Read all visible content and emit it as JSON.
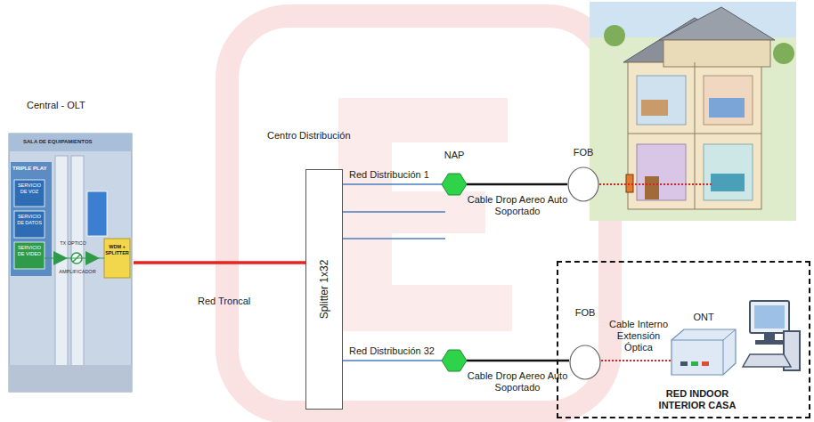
{
  "diagram": {
    "nodes": [
      {
        "text": [
          "Central - OLT"
        ]
      },
      {
        "text": [
          "Splitter 1x32"
        ]
      },
      {
        "text": [
          "NAP"
        ]
      },
      {
        "text": [
          "FOB"
        ]
      },
      {
        "text": []
      },
      {
        "text": [
          "RED INDOOR INTERIOR CASA"
        ]
      },
      {
        "text": [
          "FOB"
        ],
        "in": 5
      },
      {
        "text": [
          "ONT"
        ],
        "in": 5
      }
    ],
    "edges": [
      {
        "from": 0,
        "to": 1,
        "arrow": "none",
        "label": "Red Troncal"
      },
      {
        "from": 1,
        "to": 2,
        "arrow": "none",
        "label": "Red Distribución 1"
      },
      {
        "from": 2,
        "to": 3,
        "arrow": "none",
        "label": "Cable Drop Aereo Auto Soportado"
      },
      {
        "from": 1,
        "to": 4,
        "arrow": "none",
        "label": "Red Distribución 32"
      },
      {
        "from": 4,
        "to": 6,
        "arrow": "none",
        "label": "Cable Drop Aereo Auto Soportado"
      },
      {
        "from": 6,
        "to": 7,
        "arrow": "none",
        "label": "Cable Interno Extensión Óptica"
      }
    ],
    "labels": [
      "Centro Distribución",
      "SALA DE EQUIPAMIENTOS",
      "TRIPLE PLAY",
      "SERVICIO DE VOZ",
      "SERVICIO DE DATOS",
      "SERVICIO DE VIDEO",
      "TX OPTICO",
      "AMPLIFICADOR",
      "WDM + SPLITTER"
    ]
  }
}
